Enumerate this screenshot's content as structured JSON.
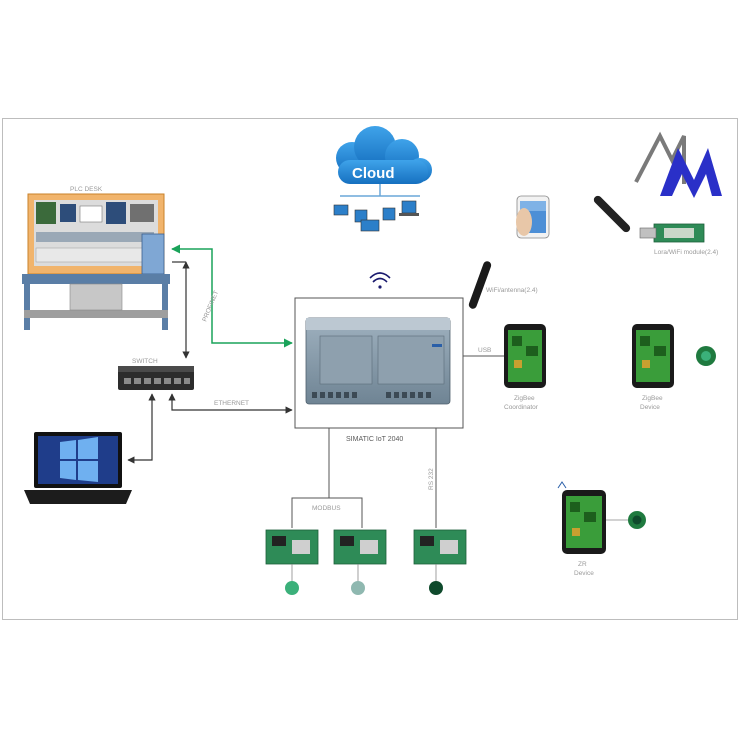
{
  "title": "",
  "cloud": {
    "label": "Cloud"
  },
  "plc_desk": {
    "label": "PLC DESK"
  },
  "switch": {
    "label": "SWITCH"
  },
  "gateway": {
    "label": "SIMATIC IoT 2040"
  },
  "wifi_antenna": {
    "label": "WiFi/antenna(2.4)"
  },
  "links": {
    "profinet": "PROFINET",
    "ethernet": "ETHERNET",
    "modbus": "MODBUS",
    "rs232": "RS 232",
    "usb": "USB"
  },
  "zigbee_coordinator": {
    "line1": "ZigBee",
    "line2": "Coordinator"
  },
  "zigbee_device": {
    "line1": "ZigBee",
    "line2": "Device"
  },
  "zigbee_module": {
    "label": "Lora/WiFi module(2.4)"
  },
  "zr_device": {
    "line1": "ZR",
    "line2": "Device"
  },
  "colors": {
    "profinet_arrow": "#1aa35a",
    "line": "#555555",
    "cloud": "#1e88d8",
    "logo_blue": "#2a30c8",
    "logo_gray": "#7a7a7a",
    "pcb_green": "#2e8b57",
    "screen_green": "#3a9d3a"
  }
}
